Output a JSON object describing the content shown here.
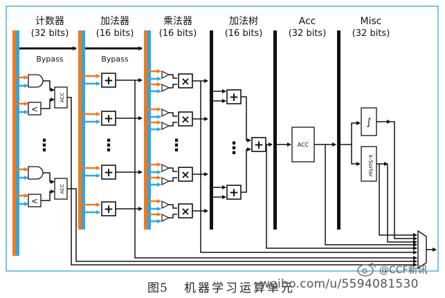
{
  "columns": [
    {
      "name": "计数器",
      "bits": "(32 bits)"
    },
    {
      "name": "加法器",
      "bits": "(16 bits)"
    },
    {
      "name": "乘法器",
      "bits": "(16 bits)"
    },
    {
      "name": "加法树",
      "bits": "(16 bits)"
    },
    {
      "name": "Acc",
      "bits": "(32 bits)"
    },
    {
      "name": "Misc",
      "bits": "(32 bits)"
    }
  ],
  "bypass_labels": [
    "Bypass",
    "Bypass"
  ],
  "acc_labels": [
    "ACC",
    "ACC",
    "ACC"
  ],
  "compare_symbol": "<",
  "plus_symbol": "+",
  "times_symbol": "×",
  "integral_symbol": "∫",
  "ksorter_label": "k-Sorter",
  "dots": "⋮",
  "caption": {
    "number": "图5",
    "title": "机器学习运算单元"
  },
  "watermark": {
    "handle": "@CCF新讯",
    "url": "weibo.com/u/5594081530"
  },
  "colors": {
    "frame": "#1fa0dd",
    "orange": "#f07a1c",
    "blue": "#2ea6e6",
    "black": "#111111"
  }
}
